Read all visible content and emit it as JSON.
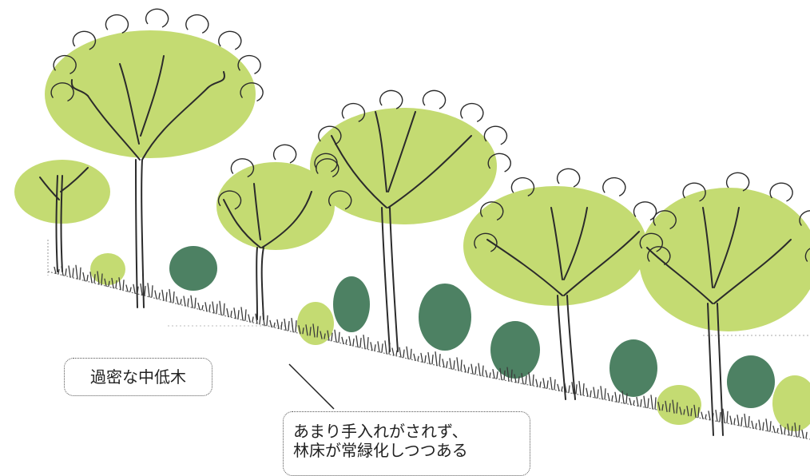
{
  "labels": {
    "dense_trees": "過密な中低木",
    "note_line1": "あまり手入れがされず、",
    "note_line2": "林床が常緑化しつつある"
  },
  "colors": {
    "canopy_light": "#c4db72",
    "canopy_dark": "#4d8163",
    "sketch": "#2b2b2b"
  }
}
